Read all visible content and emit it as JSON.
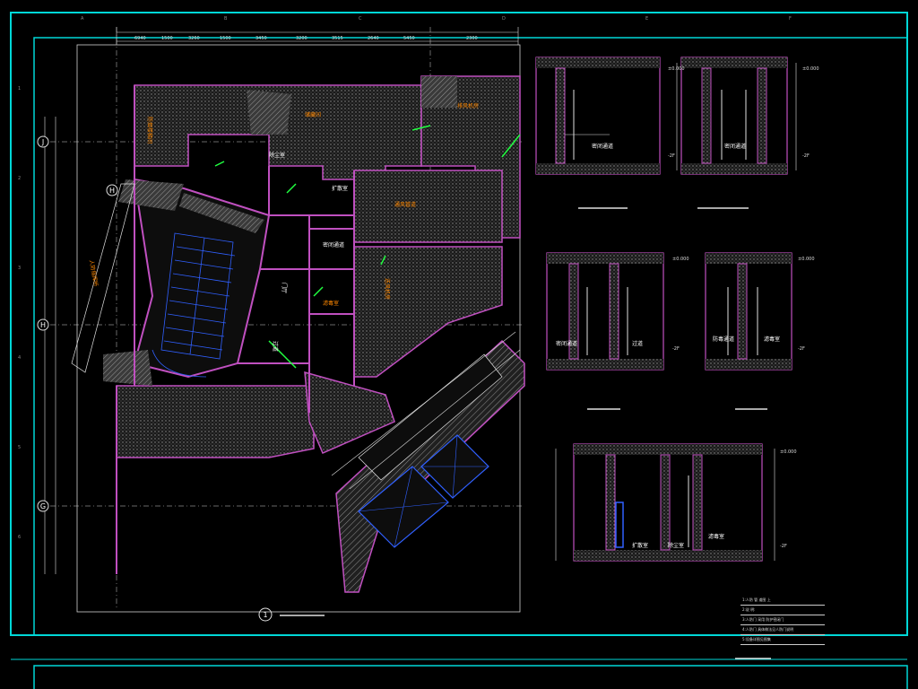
{
  "drawing": {
    "grid_axes": {
      "horizontal": [
        "J",
        "H",
        "G"
      ],
      "diagonal": [
        "H"
      ]
    },
    "top_dimensions": [
      "6940",
      "1500",
      "3260",
      "1500",
      "3450",
      "3200",
      "3515",
      "2640",
      "5450",
      "2300"
    ],
    "rooms": [
      {
        "label": "防烟楼梯间",
        "color": "#ff8800"
      },
      {
        "label": "储藏间",
        "color": "#ff8800"
      },
      {
        "label": "通风管道",
        "color": "#ff8800"
      },
      {
        "label": "送风机房",
        "color": "#ff8800"
      },
      {
        "label": "排风机房",
        "color": "#ff8800"
      },
      {
        "label": "过道",
        "color": "#ffffff"
      },
      {
        "label": "门厅",
        "color": "#ffffff"
      },
      {
        "label": "人防指挥所",
        "color": "#ff8800"
      },
      {
        "label": "密闭通道",
        "color": "#ffffff"
      },
      {
        "label": "滤毒室",
        "color": "#ff8800"
      },
      {
        "label": "扩散室",
        "color": "#ffffff"
      },
      {
        "label": "除尘室",
        "color": "#ffffff"
      }
    ],
    "plan_number": "1",
    "sections": [
      {
        "id": "2",
        "labels": [
          "密闭通道"
        ],
        "levels": [
          "±0.000",
          "-2F"
        ]
      },
      {
        "id": "3",
        "labels": [
          "密闭通道"
        ],
        "levels": [
          "±0.000",
          "-2F"
        ]
      },
      {
        "id": "4",
        "labels": [
          "密闭通道",
          "过道"
        ],
        "levels": [
          "±0.000",
          "-2F"
        ]
      },
      {
        "id": "5",
        "labels": [
          "防毒通道",
          "滤毒室"
        ],
        "levels": [
          "±0.000",
          "-2F"
        ]
      },
      {
        "id": "6",
        "labels": [
          "扩散室",
          "除尘室",
          "滤毒室"
        ],
        "levels": [
          "±0.000",
          "-2F"
        ]
      }
    ]
  },
  "title_block": {
    "rows": [
      "1:人防 管 道图 上",
      "2:说 明:",
      "3:人防门 采用 防护密闭门",
      "4:人防门 具体做法见人防门说明",
      "5:设备详图见图集"
    ]
  },
  "colors": {
    "background": "#000000",
    "frame": "#00d8d8",
    "wall": "#c050c0",
    "hatch": "#a0a0a0",
    "axis": "#e0e0e0",
    "duct": "#3060ff",
    "pipe": "#20ff40",
    "room_text": "#ff8800",
    "annotation": "#ffffff"
  }
}
